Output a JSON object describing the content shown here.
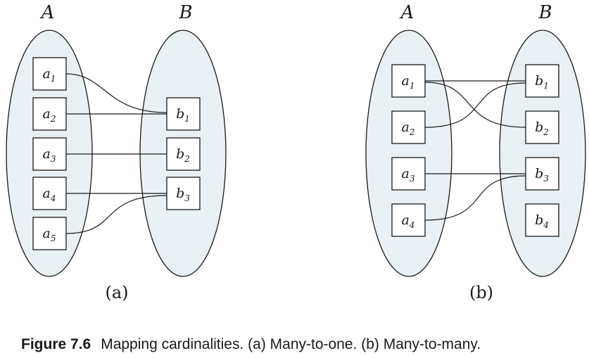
{
  "panel_a": {
    "set_a_label": "A",
    "set_b_label": "B",
    "a_items": [
      {
        "base": "a",
        "sub": "1"
      },
      {
        "base": "a",
        "sub": "2"
      },
      {
        "base": "a",
        "sub": "3"
      },
      {
        "base": "a",
        "sub": "4"
      },
      {
        "base": "a",
        "sub": "5"
      }
    ],
    "b_items": [
      {
        "base": "b",
        "sub": "1"
      },
      {
        "base": "b",
        "sub": "2"
      },
      {
        "base": "b",
        "sub": "3"
      }
    ],
    "mappings": [
      [
        "a1",
        "b1"
      ],
      [
        "a2",
        "b1"
      ],
      [
        "a3",
        "b2"
      ],
      [
        "a4",
        "b3"
      ],
      [
        "a5",
        "b3"
      ]
    ],
    "panel_label": "(a)"
  },
  "panel_b": {
    "set_a_label": "A",
    "set_b_label": "B",
    "a_items": [
      {
        "base": "a",
        "sub": "1"
      },
      {
        "base": "a",
        "sub": "2"
      },
      {
        "base": "a",
        "sub": "3"
      },
      {
        "base": "a",
        "sub": "4"
      }
    ],
    "b_items": [
      {
        "base": "b",
        "sub": "1"
      },
      {
        "base": "b",
        "sub": "2"
      },
      {
        "base": "b",
        "sub": "3"
      },
      {
        "base": "b",
        "sub": "4"
      }
    ],
    "mappings": [
      [
        "a1",
        "b1"
      ],
      [
        "a1",
        "b2"
      ],
      [
        "a2",
        "b1"
      ],
      [
        "a3",
        "b3"
      ],
      [
        "a4",
        "b3"
      ]
    ],
    "panel_label": "(b)"
  },
  "caption": {
    "figure": "Figure 7.6",
    "text": "Mapping cardinalities. (a) Many-to-one. (b) Many-to-many."
  },
  "colors": {
    "ellipse_fill": "#e9f1f5",
    "stroke": "#1a1a1a"
  }
}
